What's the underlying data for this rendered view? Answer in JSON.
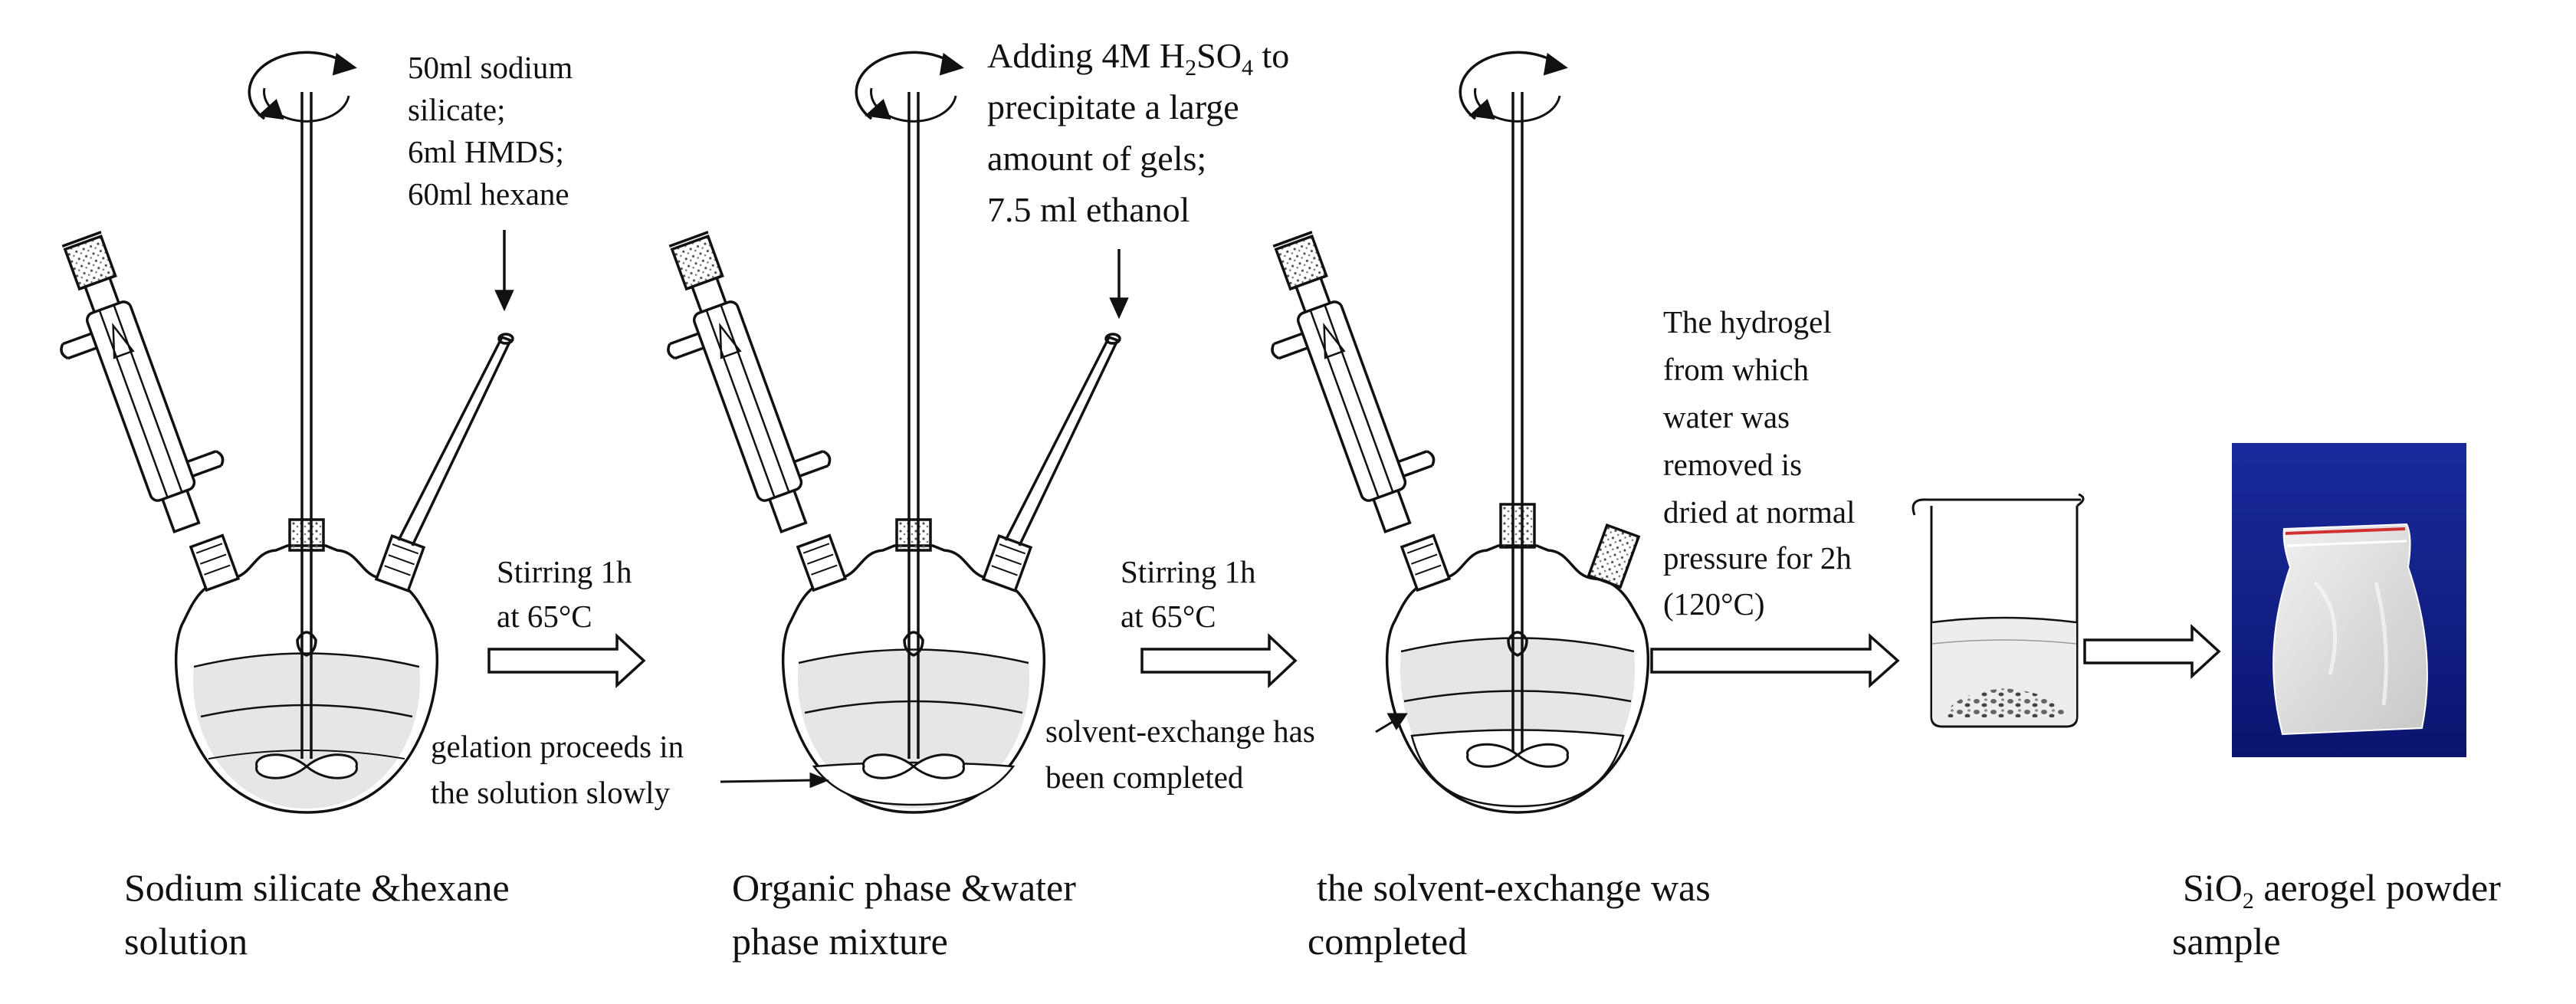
{
  "stages": [
    {
      "caption": [
        "Sodium silicate &hexane",
        "solution"
      ],
      "reagents": [
        "50ml sodium",
        "silicate;",
        "6ml HMDS;",
        "60ml hexane"
      ],
      "annotation": [
        "gelation proceeds in",
        "the solution slowly"
      ]
    },
    {
      "caption": [
        "Organic phase &water",
        "phase mixture"
      ],
      "reagents_line1": {
        "pre": "Adding 4M H",
        "sub1": "2",
        "mid": "SO",
        "sub2": "4",
        "post": " to"
      },
      "reagents": [
        "precipitate a large",
        "amount of gels;",
        "7.5 ml ethanol"
      ],
      "annotation": [
        "solvent-exchange has",
        "been completed"
      ]
    },
    {
      "caption": [
        "the solvent-exchange was",
        "completed"
      ]
    },
    {
      "caption_line1": {
        "pre": "SiO",
        "sub": "2",
        "post": " aerogel powder"
      },
      "caption_line2": "sample"
    }
  ],
  "steps": [
    {
      "lines": [
        "Stirring 1h",
        "at 65°C"
      ]
    },
    {
      "lines": [
        "Stirring 1h",
        "at 65°C"
      ]
    },
    {
      "lines": [
        "The hydrogel",
        "from which",
        "water was",
        "removed is",
        "dried at normal",
        "pressure for 2h",
        "(120°C)"
      ]
    }
  ],
  "colors": {
    "line": "#111111",
    "liquid": "#e6e6e6",
    "photo_bg": "#0f1f8a",
    "powder": "#e4e4e4"
  },
  "icons": [
    "rotation-arrow-icon",
    "down-arrow-icon",
    "right-arrow-icon"
  ]
}
